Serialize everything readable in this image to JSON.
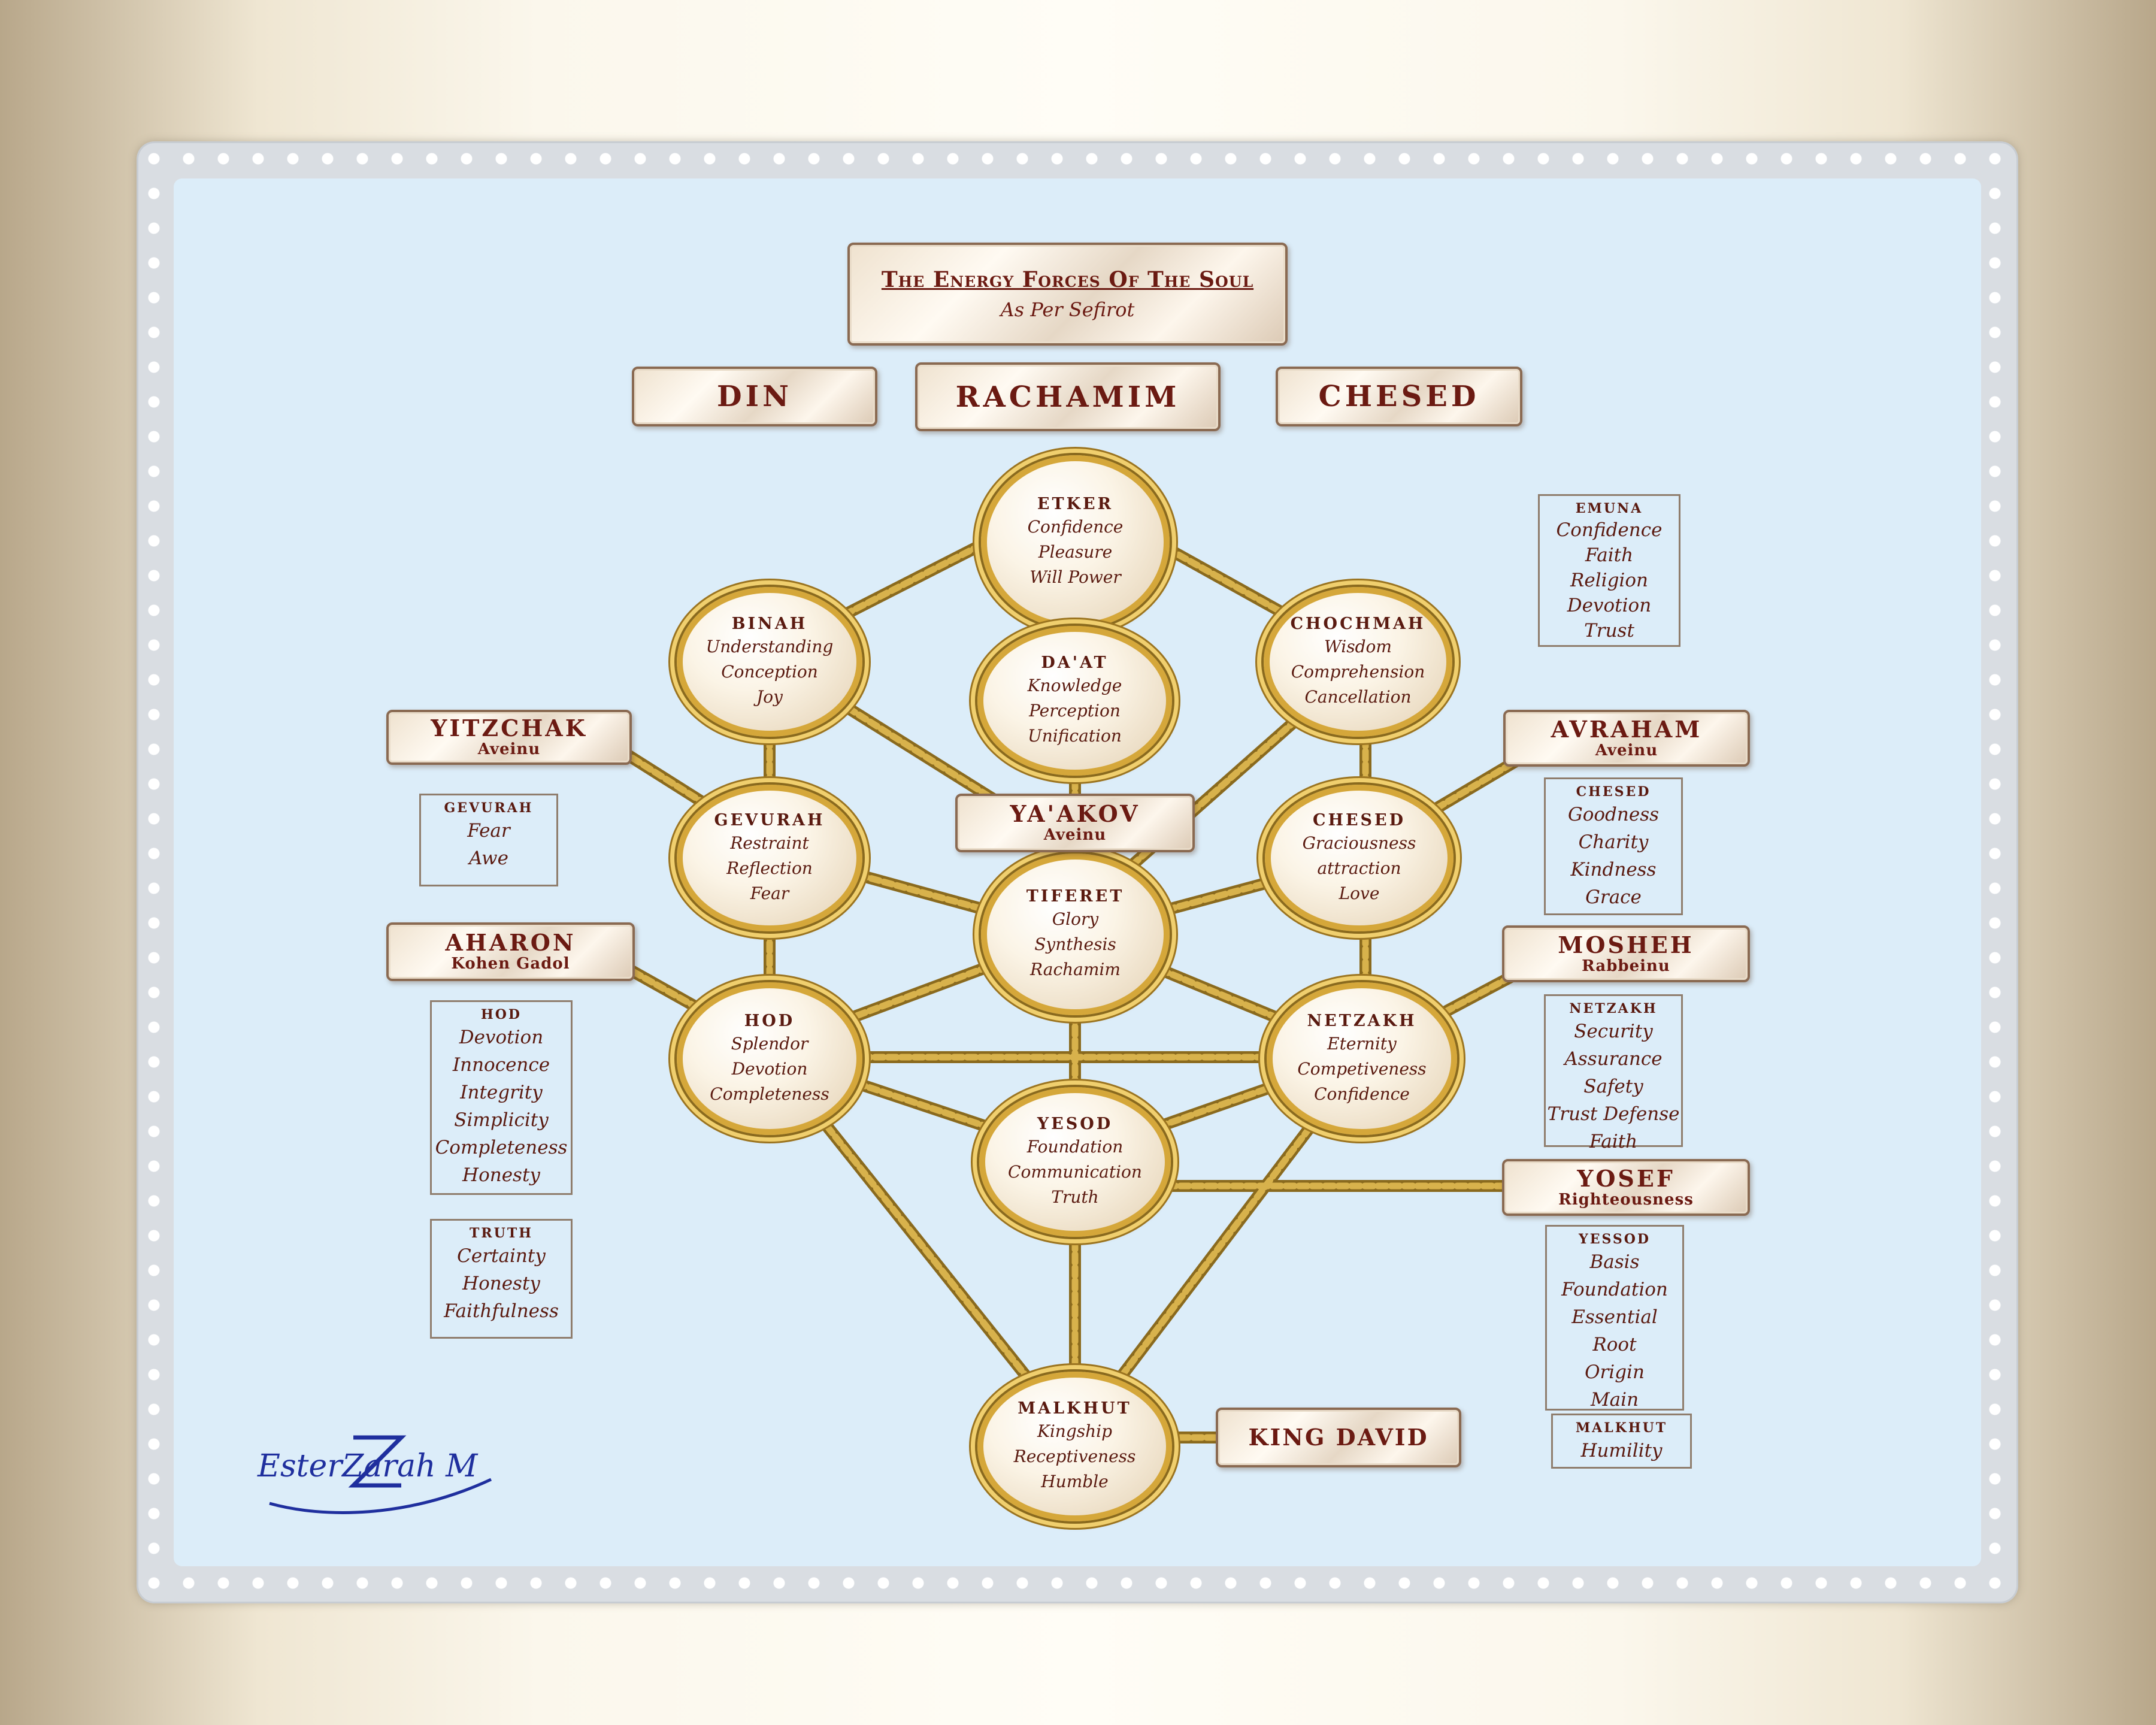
{
  "title": {
    "main": "The Energy Forces Of The Soul",
    "sub": "As Per Sefirot"
  },
  "columns": {
    "left": "DIN",
    "center": "RACHAMIM",
    "right": "CHESED"
  },
  "sefirot": {
    "etker": {
      "title": "ETKER",
      "lines": [
        "Confidence",
        "Pleasure",
        "Will Power"
      ]
    },
    "binah": {
      "title": "BINAH",
      "lines": [
        "Understanding",
        "Conception",
        "Joy"
      ]
    },
    "daat": {
      "title": "DA'AT",
      "lines": [
        "Knowledge",
        "Perception",
        "Unification"
      ]
    },
    "chochmah": {
      "title": "CHOCHMAH",
      "lines": [
        "Wisdom",
        "Comprehension",
        "Cancellation"
      ]
    },
    "gevurah": {
      "title": "GEVURAH",
      "lines": [
        "Restraint",
        "Reflection",
        "Fear"
      ]
    },
    "chesed": {
      "title": "CHESED",
      "lines": [
        "Graciousness",
        "attraction",
        "Love"
      ]
    },
    "tiferet": {
      "title": "TIFERET",
      "lines": [
        "Glory",
        "Synthesis",
        "Rachamim"
      ]
    },
    "hod": {
      "title": "HOD",
      "lines": [
        "Splendor",
        "Devotion",
        "Completeness"
      ]
    },
    "netzakh": {
      "title": "NETZAKH",
      "lines": [
        "Eternity",
        "Competiveness",
        "Confidence"
      ]
    },
    "yesod": {
      "title": "YESOD",
      "lines": [
        "Foundation",
        "Communication",
        "Truth"
      ]
    },
    "malkhut": {
      "title": "MALKHUT",
      "lines": [
        "Kingship",
        "Receptiveness",
        "Humble"
      ]
    }
  },
  "figures": {
    "yitzchak": {
      "name": "YITZCHAK",
      "sub": "Aveinu"
    },
    "avraham": {
      "name": "AVRAHAM",
      "sub": "Aveinu"
    },
    "yaakov": {
      "name": "YA'AKOV",
      "sub": "Aveinu"
    },
    "aharon": {
      "name": "AHARON",
      "sub": "Kohen Gadol"
    },
    "mosheh": {
      "name": "MOSHEH",
      "sub": "Rabbeinu"
    },
    "yosef": {
      "name": "YOSEF",
      "sub": "Righteousness"
    },
    "david": {
      "name": "KING DAVID"
    }
  },
  "boxes": {
    "emuna": {
      "title": "EMUNA",
      "lines": [
        "Confidence",
        "Faith",
        "Religion",
        "Devotion",
        "Trust"
      ]
    },
    "gevurah": {
      "title": "GEVURAH",
      "lines": [
        "Fear",
        "Awe"
      ]
    },
    "chesed": {
      "title": "CHESED",
      "lines": [
        "Goodness",
        "Charity",
        "Kindness",
        "Grace"
      ]
    },
    "hod": {
      "title": "HOD",
      "lines": [
        "Devotion",
        "Innocence",
        "Integrity",
        "Simplicity",
        "Completeness",
        "Honesty"
      ]
    },
    "netzakh": {
      "title": "NETZAKH",
      "lines": [
        "Security",
        "Assurance",
        "Safety",
        "Trust Defense",
        "Faith"
      ]
    },
    "truth": {
      "title": "TRUTH",
      "lines": [
        "Certainty",
        "Honesty",
        "Faithfulness"
      ]
    },
    "yessod": {
      "title": "YESSOD",
      "lines": [
        "Basis",
        "Foundation",
        "Essential",
        "Root",
        "Origin",
        "Main"
      ]
    },
    "malkhut": {
      "title": "MALKHUT",
      "lines": [
        "Humility"
      ]
    }
  },
  "signature": "EsterZarah M",
  "colors": {
    "rope": "#c9a13c",
    "rope_shade": "#8a6a1e",
    "panel": "#dcedf9",
    "text": "#6b1a12"
  }
}
